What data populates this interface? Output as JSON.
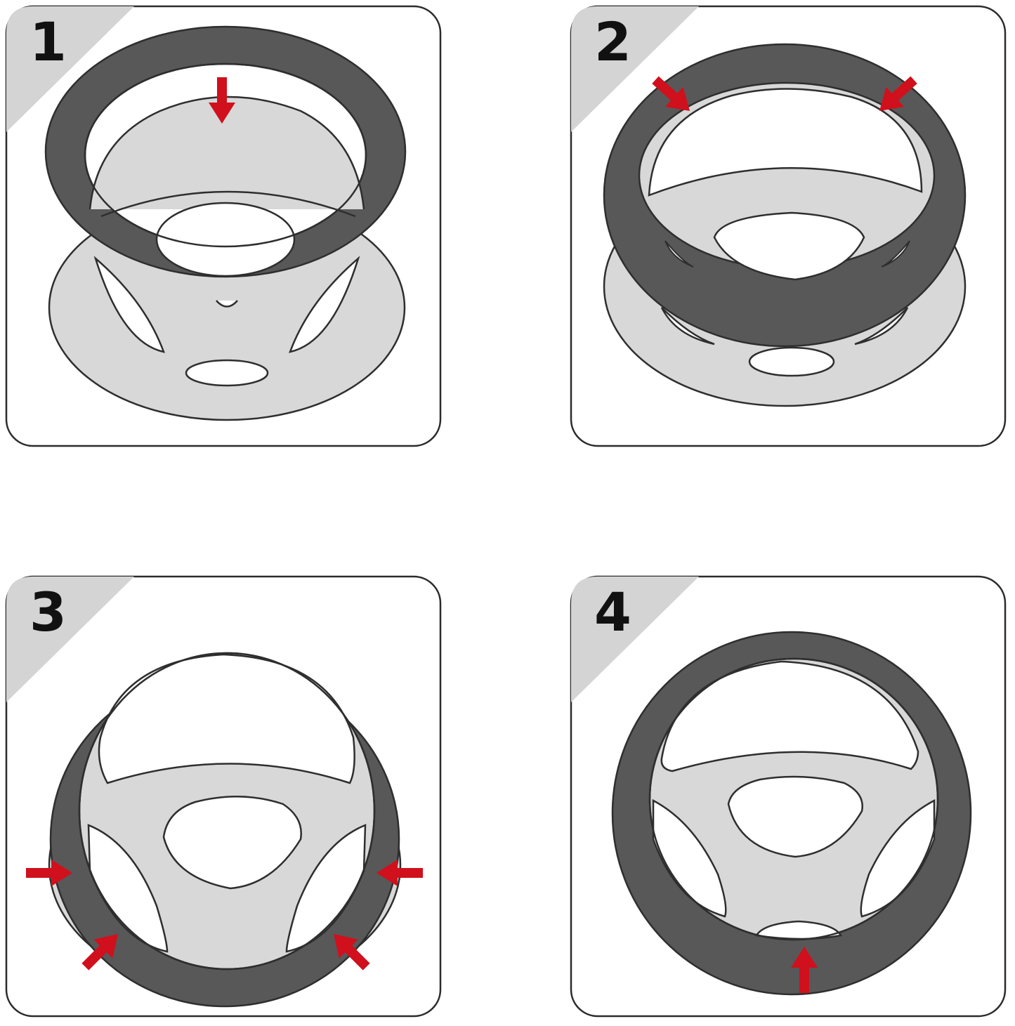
{
  "colors": {
    "background": "#ffffff",
    "panel_border": "#2b2b2b",
    "corner_tab": "#d4d4d4",
    "wheel_light": "#d8d8d8",
    "wheel_line": "#2e2e2e",
    "cover_dark": "#585858",
    "arrow": "#d0101c"
  },
  "panels": [
    {
      "step": "1",
      "icon": "steering-wheel-cover-slip-on-icon",
      "arrows": 1
    },
    {
      "step": "2",
      "icon": "steering-wheel-cover-press-top-icon",
      "arrows": 2
    },
    {
      "step": "3",
      "icon": "steering-wheel-cover-press-sides-icon",
      "arrows": 4
    },
    {
      "step": "4",
      "icon": "steering-wheel-cover-fit-bottom-icon",
      "arrows": 1
    }
  ]
}
